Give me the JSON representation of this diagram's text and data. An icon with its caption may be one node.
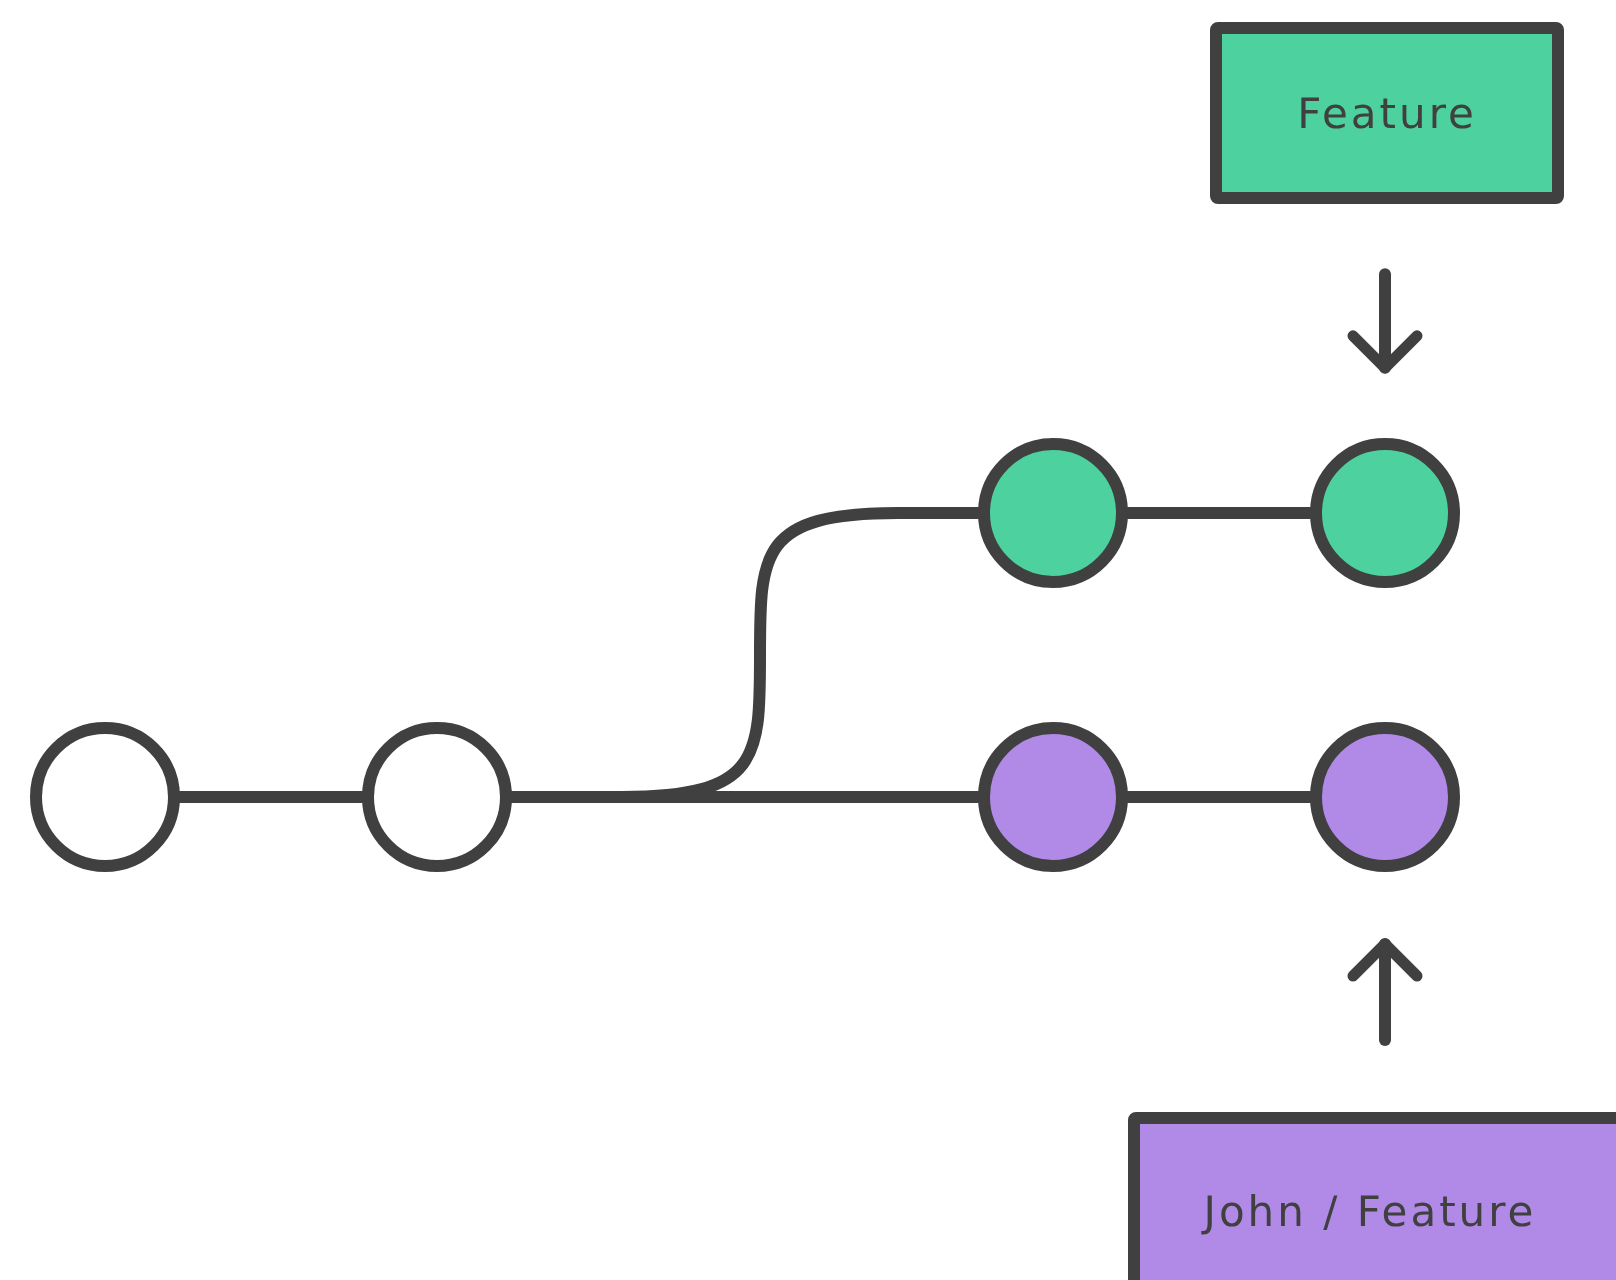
{
  "diagram": {
    "nodes": [
      {
        "text": [
          "Feature"
        ]
      },
      {
        "text": [],
        "shape": "circle"
      },
      {
        "text": [],
        "shape": "circle"
      },
      {
        "text": [],
        "shape": "circle"
      },
      {
        "text": [],
        "shape": "circle"
      },
      {
        "text": [],
        "shape": "circle"
      },
      {
        "text": [],
        "shape": "circle"
      },
      {
        "text": [
          "John / Feature"
        ]
      }
    ],
    "edges": [
      {
        "from": 1,
        "to": 2,
        "arrow": "none"
      },
      {
        "from": 2,
        "to": 3,
        "arrow": "none"
      },
      {
        "from": 2,
        "to": 5,
        "arrow": "none"
      },
      {
        "from": 3,
        "to": 4,
        "arrow": "none"
      },
      {
        "from": 5,
        "to": 6,
        "arrow": "none"
      },
      {
        "from": 0,
        "to": 4,
        "arrow": "to"
      },
      {
        "from": 7,
        "to": 6,
        "arrow": "to"
      }
    ]
  }
}
